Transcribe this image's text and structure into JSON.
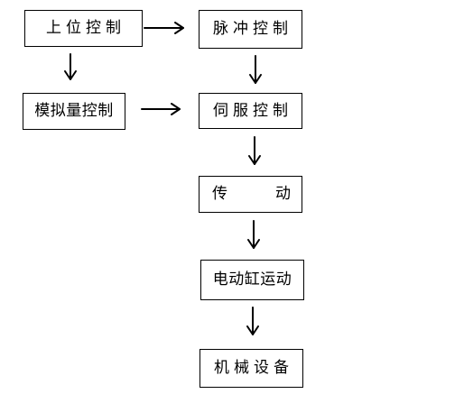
{
  "nodes": {
    "host_control": "上位控制",
    "pulse_control": "脉冲控制",
    "analog_control": "模拟量控制",
    "servo_control": "伺服控制",
    "transmission_left": "传",
    "transmission_right": "动",
    "cylinder_motion": "电动缸运动",
    "equipment": "机械设备"
  }
}
